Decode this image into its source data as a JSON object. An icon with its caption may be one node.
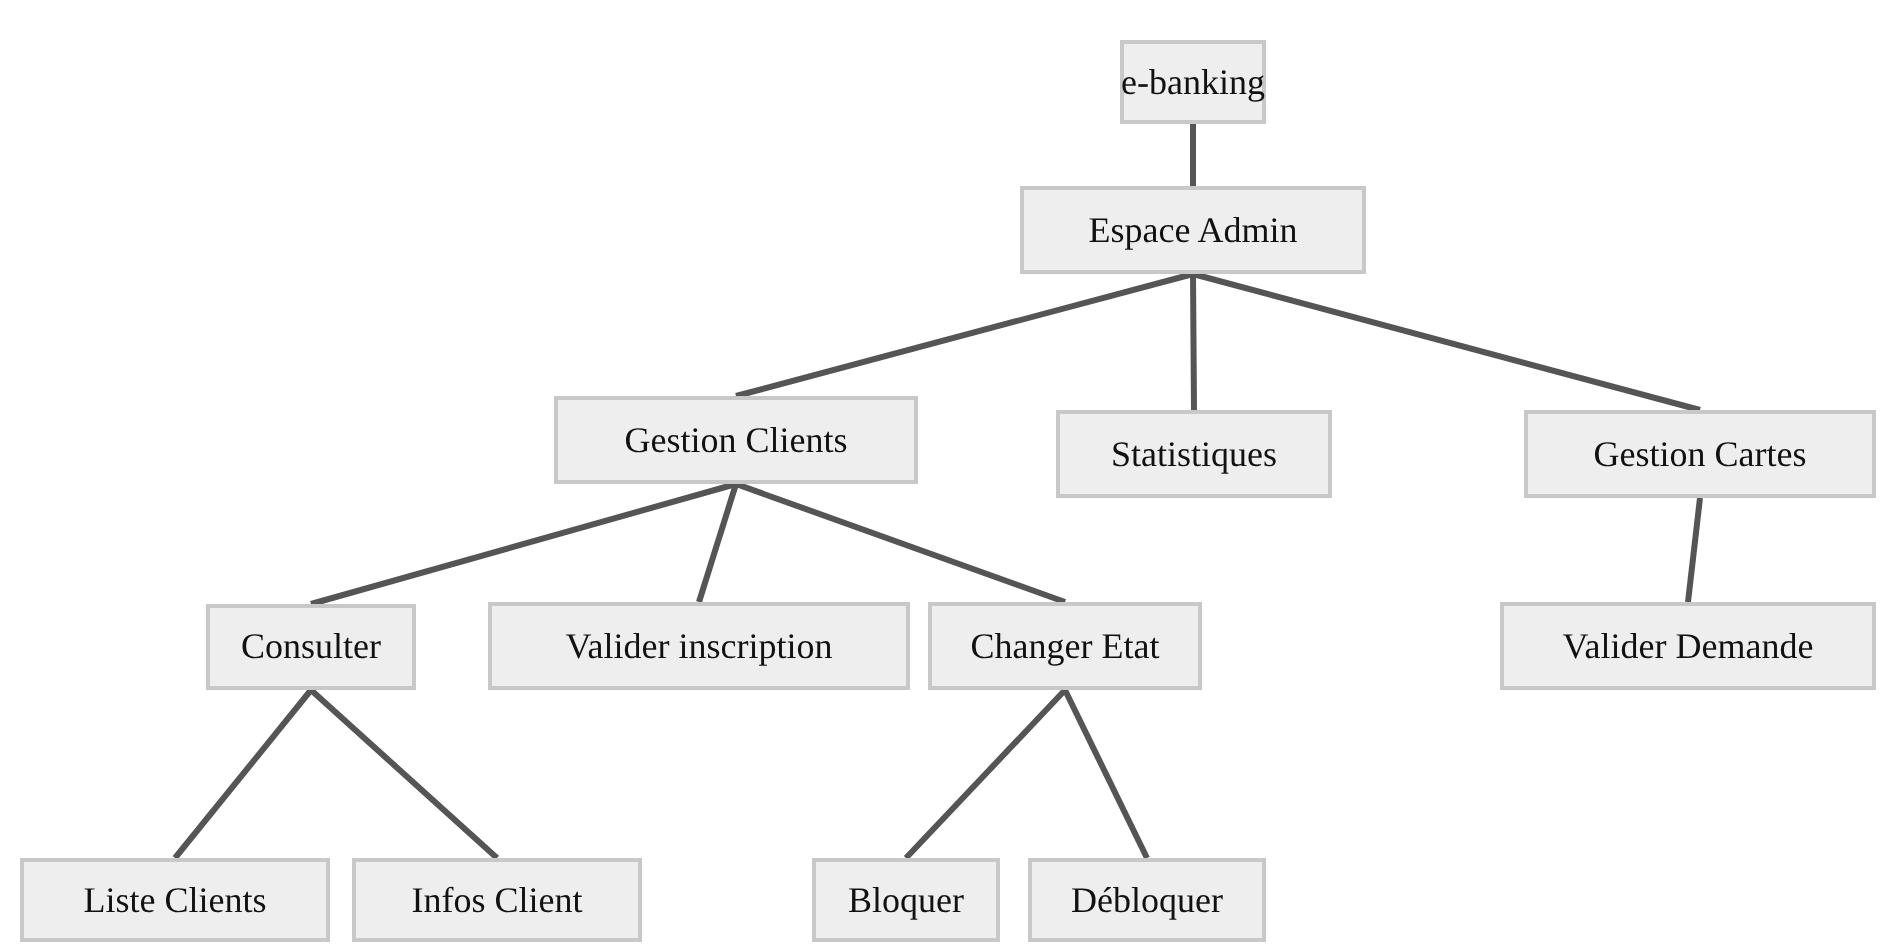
{
  "diagram": {
    "nodes": [
      {
        "text": [
          "e-banking"
        ]
      },
      {
        "text": [
          "Espace Admin"
        ]
      },
      {
        "text": [
          "Gestion Clients"
        ]
      },
      {
        "text": [
          "Statistiques"
        ]
      },
      {
        "text": [
          "Gestion Cartes"
        ]
      },
      {
        "text": [
          "Consulter"
        ]
      },
      {
        "text": [
          "Valider inscription"
        ]
      },
      {
        "text": [
          "Changer Etat"
        ]
      },
      {
        "text": [
          "Valider Demande"
        ]
      },
      {
        "text": [
          "Liste Clients"
        ]
      },
      {
        "text": [
          "Infos Client"
        ]
      },
      {
        "text": [
          "Bloquer"
        ]
      },
      {
        "text": [
          "Débloquer"
        ]
      }
    ],
    "edges": [
      {
        "from": 0,
        "to": 1,
        "arrow": "none"
      },
      {
        "from": 1,
        "to": 2,
        "arrow": "none"
      },
      {
        "from": 1,
        "to": 3,
        "arrow": "none"
      },
      {
        "from": 1,
        "to": 4,
        "arrow": "none"
      },
      {
        "from": 2,
        "to": 5,
        "arrow": "none"
      },
      {
        "from": 2,
        "to": 6,
        "arrow": "none"
      },
      {
        "from": 2,
        "to": 7,
        "arrow": "none"
      },
      {
        "from": 4,
        "to": 8,
        "arrow": "none"
      },
      {
        "from": 5,
        "to": 9,
        "arrow": "none"
      },
      {
        "from": 5,
        "to": 10,
        "arrow": "none"
      },
      {
        "from": 7,
        "to": 11,
        "arrow": "none"
      },
      {
        "from": 7,
        "to": 12,
        "arrow": "none"
      }
    ]
  }
}
